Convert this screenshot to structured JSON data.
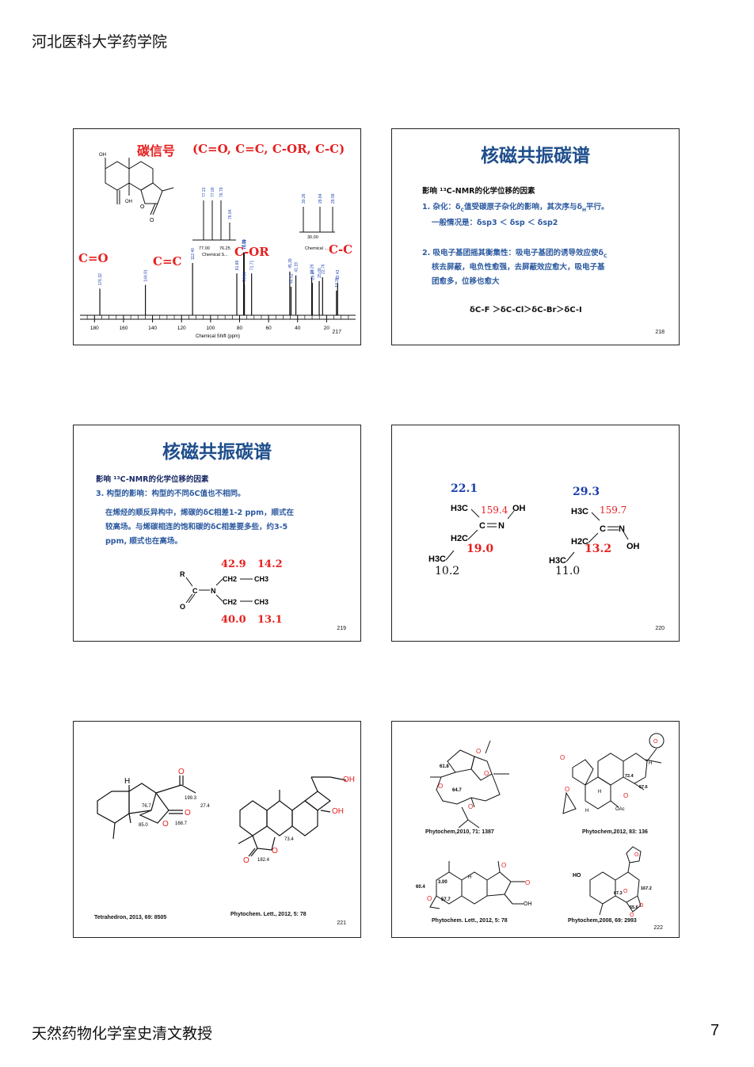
{
  "page": {
    "header": "河北医科大学药学院",
    "footer": "天然药物化学室史清文教授",
    "page_number": "7"
  },
  "s217": {
    "title_a": "碳信号",
    "title_b": "(C=O, C=C, C-OR, C-C)",
    "lbl_co": "C=O",
    "lbl_cc": "C=C",
    "lbl_cor": "C-OR",
    "lbl_c_c": "C-C",
    "axis_label": "Chemical Shift (ppm)",
    "ticks": [
      "180",
      "160",
      "140",
      "120",
      "100",
      "80",
      "60",
      "40",
      "20"
    ],
    "inset1_ticks": [
      "77.00",
      "76.25"
    ],
    "inset1_label": "Chemical S...",
    "inset2_tick": "30.00",
    "inset2_label": "Chemical ...",
    "oh_top": "OH",
    "oh_mid": "OH",
    "ring_o": "O",
    "keto_o": "O",
    "peaks": [
      {
        "shift": 176.32,
        "label": "176.32",
        "h": 0.28
      },
      {
        "shift": 144.91,
        "label": "144.91",
        "h": 0.32
      },
      {
        "shift": 112.4,
        "label": "112.40",
        "h": 0.55
      },
      {
        "shift": 81.89,
        "label": "81.89",
        "h": 0.44
      },
      {
        "shift": 77.21,
        "label": "77.21",
        "h": 0.66
      },
      {
        "shift": 77.0,
        "label": "77.00",
        "h": 0.66
      },
      {
        "shift": 76.79,
        "label": "76.79",
        "h": 0.66
      },
      {
        "shift": 76.64,
        "label": "76.64",
        "h": 0.32
      },
      {
        "shift": 71.71,
        "label": "71.71",
        "h": 0.44
      },
      {
        "shift": 45.39,
        "label": "45.39",
        "h": 0.46
      },
      {
        "shift": 44.51,
        "label": "44.51",
        "h": 0.3
      },
      {
        "shift": 41.19,
        "label": "41.19",
        "h": 0.42
      },
      {
        "shift": 30.26,
        "label": "30.26",
        "h": 0.4
      },
      {
        "shift": 29.84,
        "label": "29.84",
        "h": 0.34
      },
      {
        "shift": 25.09,
        "label": "25.09",
        "h": 0.36
      },
      {
        "shift": 22.76,
        "label": "22.76",
        "h": 0.4
      },
      {
        "shift": 13.2,
        "label": "13.20",
        "h": 0.26
      },
      {
        "shift": 12.43,
        "label": "12.43",
        "h": 0.34
      }
    ],
    "inset1_labels": [
      "77.21",
      "77.00",
      "76.79",
      "76.64"
    ],
    "inset2_labels": [
      "30.26",
      "29.84",
      "29.59"
    ],
    "num": "217"
  },
  "s218": {
    "title": "核磁共振碳谱",
    "heading": "影响 ¹³C-NMR的化学位移的因素",
    "item1_a": "1. 杂化：δ",
    "item1_sub": "C",
    "item1_b": "值受碳原子杂化的影响，其次序与δ",
    "item1_sub2": "H",
    "item1_c": "平行。",
    "item1_line2": "一般情况是：δsp3 ＜ δsp ＜ δsp2",
    "item2_l1": "2. 吸电子基团摇其衡集性：吸电子基团的诱导效应使δ",
    "item2_sub": "C",
    "item2_l2": "核去屏蔽，电负性愈强，去屏蔽效应愈大，吸电子基",
    "item2_l3": "团愈多，位移也愈大",
    "order": "δC-F ＞δC-Cl＞δC-Br＞δC-I",
    "num": "218"
  },
  "s219": {
    "title": "核磁共振碳谱",
    "heading": "影响 ¹³C-NMR的化学位移的因素",
    "item3": "3. 构型的影响：构型的不同δC值也不相同。",
    "line1": "在烯烃的顺反异构中，烯碳的δC相差1-2 ppm，顺式在",
    "line2": "较高场。与烯碳相连的饱和碳的δC相差要多些，约3-5",
    "line3": "ppm, 顺式也在高场。",
    "v_top1": "42.9",
    "v_top2": "14.2",
    "v_bot1": "40.0",
    "v_bot2": "13.1",
    "r": "R",
    "o": "O",
    "c": "C",
    "n": "N",
    "ch2": "CH2",
    "ch3": "CH3",
    "num": "219"
  },
  "s220": {
    "left_top": "22.1",
    "left_c": "159.4",
    "left_ch2": "19.0",
    "left_ch3": "10.2",
    "right_top": "29.3",
    "right_c": "159.7",
    "right_ch2": "13.2",
    "right_ch3": "11.0",
    "h3c": "H3C",
    "h2c": "H2C",
    "c": "C",
    "n": "N",
    "oh": "OH",
    "num": "220"
  },
  "s221": {
    "h": "H",
    "o": "O",
    "oh": "OH",
    "v1": "199.3",
    "v2": "27.4",
    "v3": "76.7",
    "v4": "85.0",
    "v5": "168.7",
    "v6": "73.4",
    "v7": "182.4",
    "cite1": "Tetrahedron, 2013, 69: 8505",
    "cite2": "Phytochem. Lett., 2012, 5: 78",
    "num": "221"
  },
  "s222": {
    "v1": "61.8",
    "v2": "64.7",
    "v3": "72.4",
    "v4": "57.6",
    "v5": "3.00",
    "v6": "60.4",
    "v7": "57.7",
    "v8": "67.3",
    "v9": "167.2",
    "v10": "55.6",
    "h": "H",
    "o": "O",
    "oac": "OAc",
    "oh": "OH",
    "ho": "HO",
    "cite1": "Phytochem,2010, 71: 1387",
    "cite2": "Phytochem,2012, 83: 136",
    "cite3": "Phytochem. Lett., 2012, 5: 78",
    "cite4": "Phytochem,2008, 69: 2993",
    "num": "222"
  }
}
